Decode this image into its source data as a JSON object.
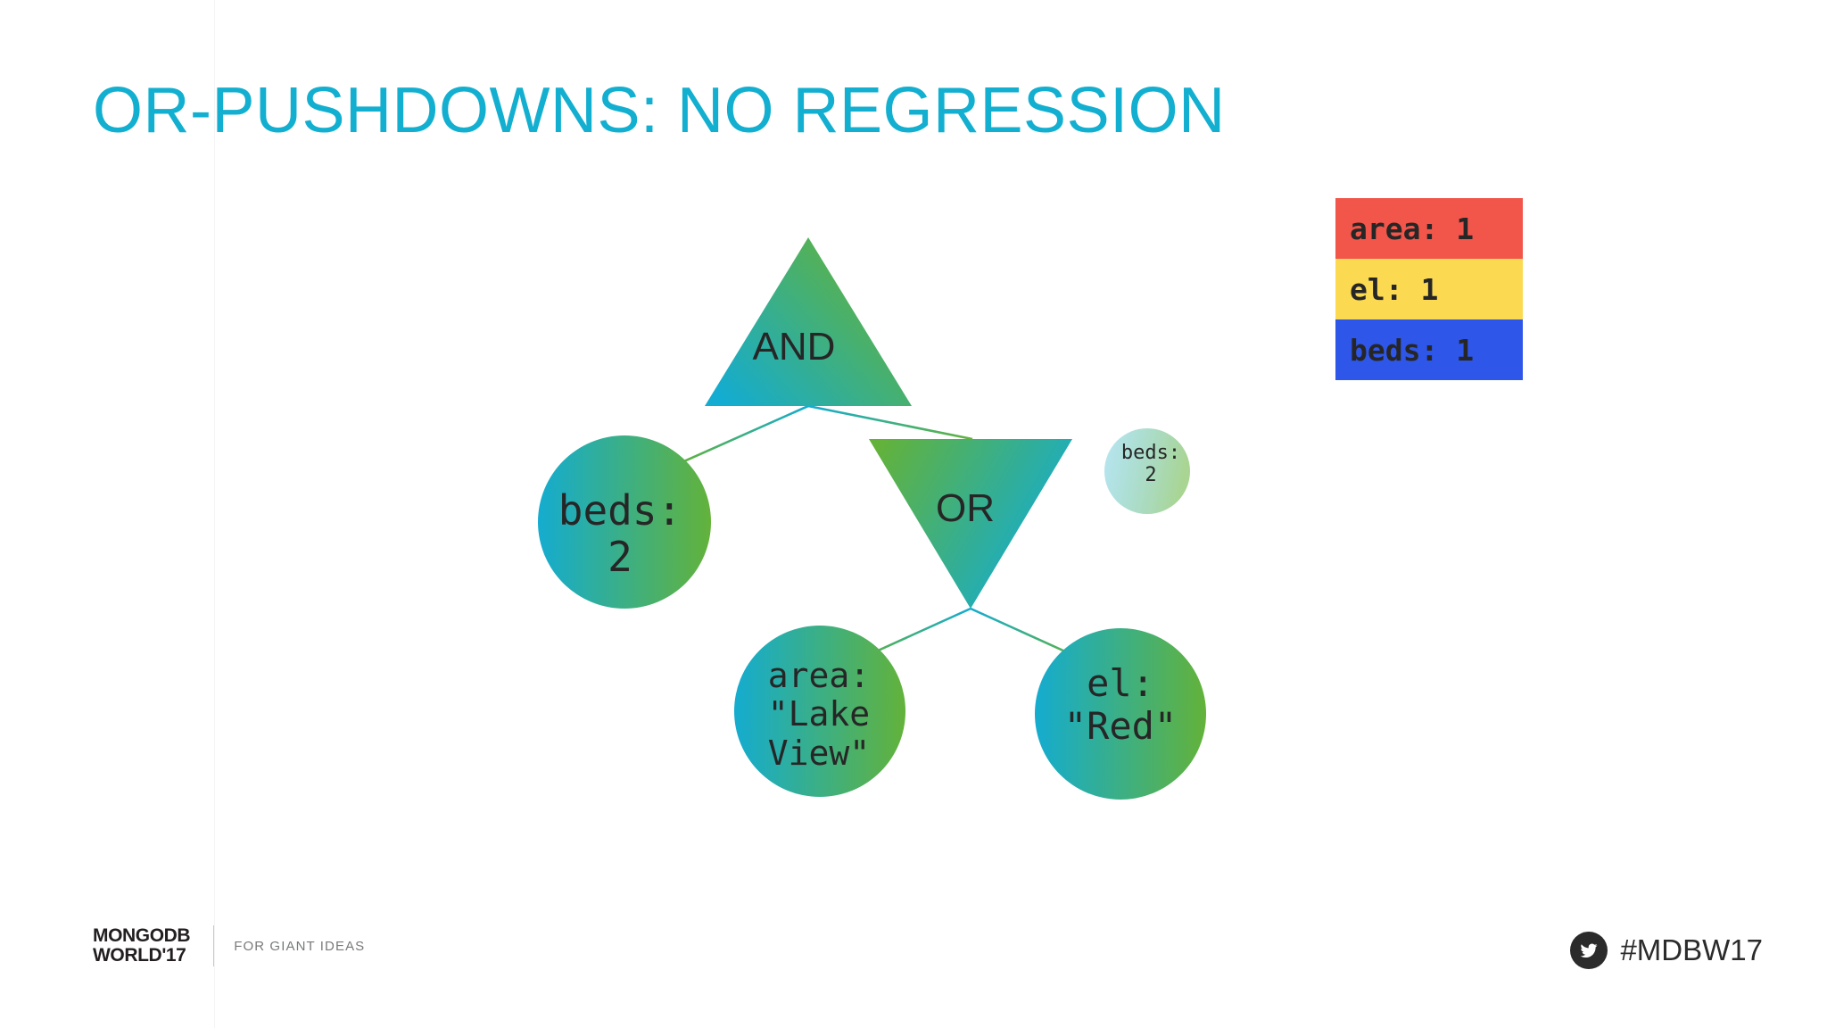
{
  "slide": {
    "title": "OR-PUSHDOWNS: NO REGRESSION",
    "title_color": "#13AFD0",
    "background": "#FFFFFF"
  },
  "legend": {
    "rows": [
      {
        "label": "area: 1",
        "color": "#F2564B",
        "name": "area",
        "count": 1
      },
      {
        "label": "el: 1",
        "color": "#FBDA52",
        "name": "el",
        "count": 1
      },
      {
        "label": "beds: 1",
        "color": "#2E56E8",
        "name": "beds",
        "count": 1
      }
    ]
  },
  "diagram": {
    "gradient_from": "#14ACD0",
    "gradient_to": "#63B23A",
    "nodes": [
      {
        "id": "and",
        "shape": "triangle-up",
        "label": "AND",
        "font": "sans"
      },
      {
        "id": "beds_left",
        "shape": "circle",
        "label": "beds:\n2",
        "font": "mono"
      },
      {
        "id": "or",
        "shape": "triangle-down",
        "label": "OR",
        "font": "sans"
      },
      {
        "id": "beds_ghost",
        "shape": "circle-faded",
        "label": "beds:\n2",
        "font": "mono"
      },
      {
        "id": "area",
        "shape": "circle",
        "label": "area:\n\"Lake\nView\"",
        "font": "mono"
      },
      {
        "id": "el",
        "shape": "circle",
        "label": "el:\n\"Red\"",
        "font": "mono"
      }
    ],
    "edges": [
      {
        "from": "and",
        "to": "beds_left"
      },
      {
        "from": "and",
        "to": "or"
      },
      {
        "from": "or",
        "to": "area"
      },
      {
        "from": "or",
        "to": "el"
      }
    ]
  },
  "footer": {
    "logo_line1": "MONGODB",
    "logo_line2": "WORLD'17",
    "tagline": "FOR GIANT IDEAS",
    "hashtag": "#MDBW17",
    "social_icon": "twitter-icon"
  }
}
